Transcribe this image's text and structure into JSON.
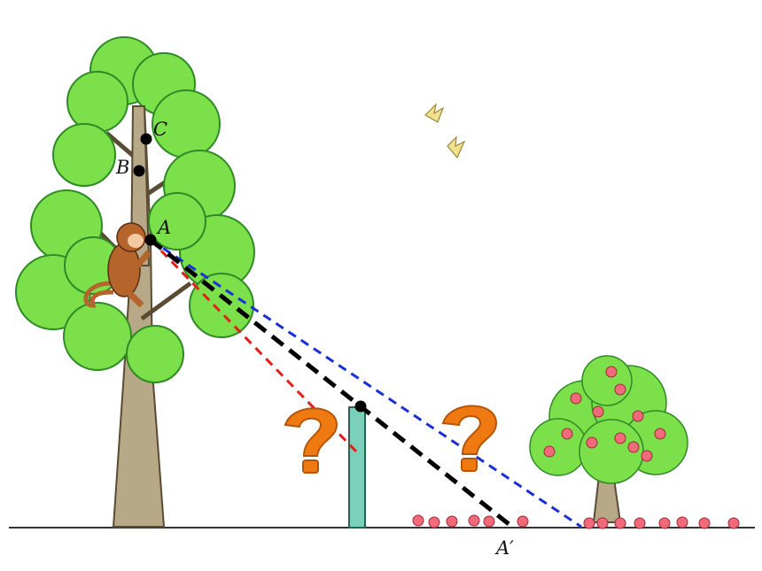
{
  "diagram": {
    "points": {
      "A": "A",
      "B": "B",
      "C": "C",
      "A_prime": "A′"
    },
    "colors": {
      "tree_foliage": "#7be04a",
      "tree_foliage_dark": "#2f8a25",
      "trunk": "#b7a887",
      "pole": "#7ccfb8",
      "monkey": "#b5652b",
      "line_black": "#000000",
      "line_blue": "#1a2fd6",
      "line_red": "#e0201a",
      "question_mark": "#f07a12",
      "fruit": "#f06a7a",
      "bird": "#f2e08a"
    },
    "icons": {
      "question": "question-mark-icon",
      "bird": "bird-icon",
      "monkey": "monkey-figure"
    }
  }
}
